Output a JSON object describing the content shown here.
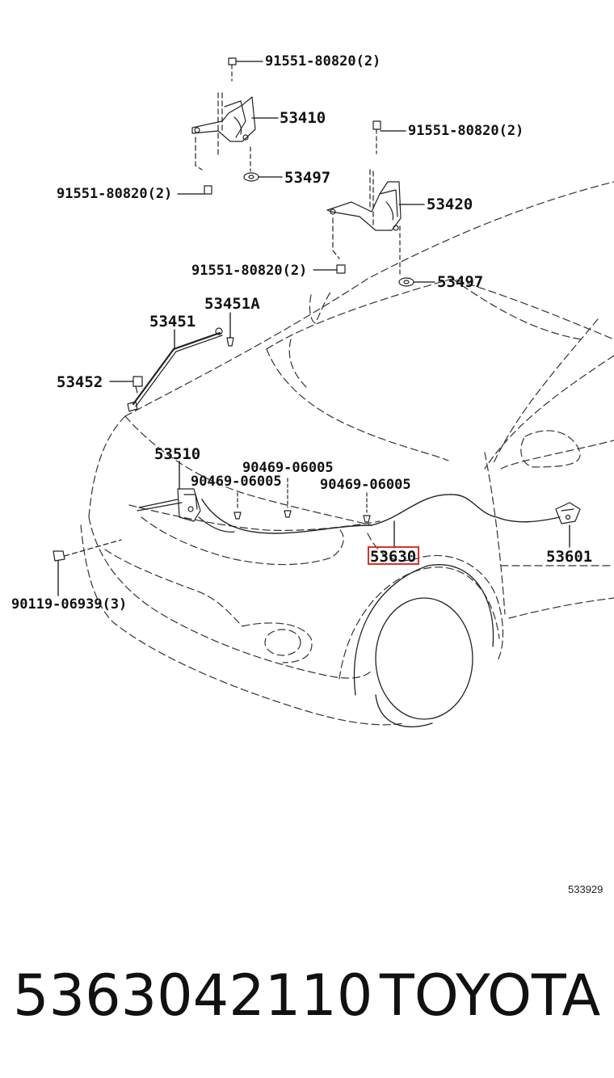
{
  "diagram": {
    "callouts": [
      {
        "id": "c1",
        "text": "91551-80820(2)"
      },
      {
        "id": "c2",
        "text": "53410"
      },
      {
        "id": "c3",
        "text": "91551-80820(2)"
      },
      {
        "id": "c4",
        "text": "53497"
      },
      {
        "id": "c5",
        "text": "91551-80820(2)"
      },
      {
        "id": "c6",
        "text": "53420"
      },
      {
        "id": "c7",
        "text": "91551-80820(2)"
      },
      {
        "id": "c8",
        "text": "53497"
      },
      {
        "id": "c9",
        "text": "53451A"
      },
      {
        "id": "c10",
        "text": "53451"
      },
      {
        "id": "c11",
        "text": "53452"
      },
      {
        "id": "c12",
        "text": "53510"
      },
      {
        "id": "c13",
        "text": "90469-06005"
      },
      {
        "id": "c14",
        "text": "90469-06005"
      },
      {
        "id": "c15",
        "text": "90469-06005"
      },
      {
        "id": "c16",
        "text": "53630",
        "highlighted": true
      },
      {
        "id": "c17",
        "text": "53601"
      },
      {
        "id": "c18",
        "text": "90119-06939(3)"
      }
    ],
    "figure_id": "533929",
    "highlight_color": "#d9322b"
  },
  "footer": {
    "part_number": "5363042110",
    "brand": "TOYOTA"
  }
}
